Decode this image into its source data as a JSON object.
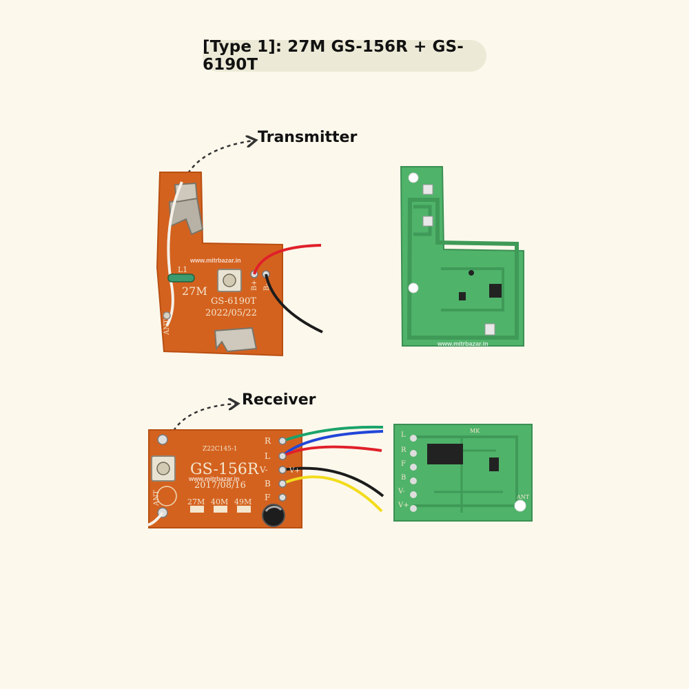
{
  "title": "[Type 1]: 27M GS-156R + GS-6190T",
  "transmitter": {
    "label": "Transmitter",
    "silkscreen": {
      "freq": "27M",
      "model": "GS-6190T",
      "date": "2022/05/22",
      "coil": "L1",
      "ant": "ANT",
      "bplus": "B+",
      "bminus": "B-"
    },
    "watermark": "www.mitrbazar.in"
  },
  "receiver": {
    "label": "Receiver",
    "silkscreen": {
      "code": "Z22C145-1",
      "model": "GS-156R",
      "date": "2017/08/16",
      "ant": "ANT",
      "freq_options": [
        "27M",
        "40M",
        "49M"
      ],
      "pins": [
        "R",
        "L",
        "V-",
        "B",
        "F"
      ],
      "vplus": "V+"
    },
    "back_pins": [
      "L",
      "R",
      "F",
      "B",
      "V-",
      "V+"
    ],
    "back_ant": "ANT",
    "back_mk": "MK",
    "watermark": "www.mitrbazar.in"
  },
  "colors": {
    "background": "#fcf8ec",
    "pill": "#ecead7",
    "pcb_front": "#d4621f",
    "pcb_back": "#4fb36a",
    "wire_red": "#e0202a",
    "wire_black": "#1c1c1c",
    "wire_green": "#1aa36a",
    "wire_blue": "#2146d8",
    "wire_yellow": "#f2dc1c"
  }
}
